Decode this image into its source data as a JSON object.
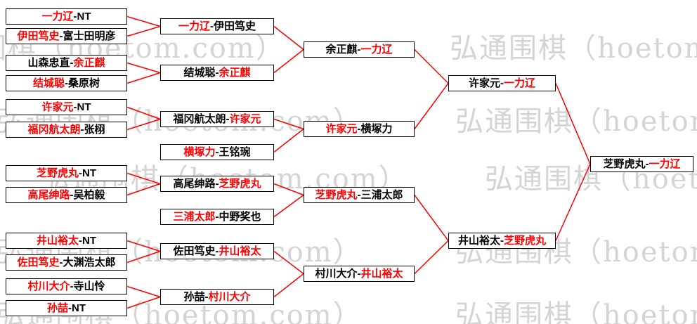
{
  "watermark": {
    "text": "弘通围棋（hoetom.com）"
  },
  "colors": {
    "winner": "#ff0000",
    "loser": "#000000",
    "line": "#ff0000",
    "border": "#000000",
    "watermark": "#d4d4d4",
    "background": "#ffffff"
  },
  "bracket": {
    "matches": [
      {
        "id": "r1m1",
        "round": 1,
        "segments": [
          {
            "text": "一力辽",
            "winner": true
          },
          {
            "text": "-NT",
            "winner": false
          }
        ]
      },
      {
        "id": "r1m2",
        "round": 1,
        "segments": [
          {
            "text": "伊田笃史",
            "winner": true
          },
          {
            "text": "-富士田明彦",
            "winner": false
          }
        ]
      },
      {
        "id": "r1m3",
        "round": 1,
        "segments": [
          {
            "text": "山森忠直-",
            "winner": false
          },
          {
            "text": "余正麒",
            "winner": true
          }
        ]
      },
      {
        "id": "r1m4",
        "round": 1,
        "segments": [
          {
            "text": "结城聪",
            "winner": true
          },
          {
            "text": "-桑原树",
            "winner": false
          }
        ]
      },
      {
        "id": "r1m5",
        "round": 1,
        "segments": [
          {
            "text": "许家元",
            "winner": true
          },
          {
            "text": "-NT",
            "winner": false
          }
        ]
      },
      {
        "id": "r1m6",
        "round": 1,
        "segments": [
          {
            "text": "福冈航太朗",
            "winner": true
          },
          {
            "text": "-张栩",
            "winner": false
          }
        ]
      },
      {
        "id": "r1m7",
        "round": 1,
        "segments": [
          {
            "text": "芝野虎丸",
            "winner": true
          },
          {
            "text": "-NT",
            "winner": false
          }
        ]
      },
      {
        "id": "r1m8",
        "round": 1,
        "segments": [
          {
            "text": "高尾绅路",
            "winner": true
          },
          {
            "text": "-吴柏毅",
            "winner": false
          }
        ]
      },
      {
        "id": "r1m9",
        "round": 1,
        "segments": [
          {
            "text": "井山裕太",
            "winner": true
          },
          {
            "text": "-NT",
            "winner": false
          }
        ]
      },
      {
        "id": "r1m10",
        "round": 1,
        "segments": [
          {
            "text": "佐田笃史",
            "winner": true
          },
          {
            "text": "-大渊浩太郎",
            "winner": false
          }
        ]
      },
      {
        "id": "r1m11",
        "round": 1,
        "segments": [
          {
            "text": "村川大介",
            "winner": true
          },
          {
            "text": "-寺山怜",
            "winner": false
          }
        ]
      },
      {
        "id": "r1m12",
        "round": 1,
        "segments": [
          {
            "text": "孙喆",
            "winner": true
          },
          {
            "text": "-NT",
            "winner": false
          }
        ]
      },
      {
        "id": "r2m1",
        "round": 2,
        "segments": [
          {
            "text": "一力辽",
            "winner": true
          },
          {
            "text": "-伊田笃史",
            "winner": false
          }
        ]
      },
      {
        "id": "r2m2",
        "round": 2,
        "segments": [
          {
            "text": "结城聪-",
            "winner": false
          },
          {
            "text": "余正麒",
            "winner": true
          }
        ]
      },
      {
        "id": "r2m3",
        "round": 2,
        "segments": [
          {
            "text": "福冈航太朗-",
            "winner": false
          },
          {
            "text": "许家元",
            "winner": true
          }
        ]
      },
      {
        "id": "r2m4",
        "round": 2,
        "segments": [
          {
            "text": "横塚力",
            "winner": true
          },
          {
            "text": "-王铭琬",
            "winner": false
          }
        ]
      },
      {
        "id": "r2m5",
        "round": 2,
        "segments": [
          {
            "text": "高尾绅路-",
            "winner": false
          },
          {
            "text": "芝野虎丸",
            "winner": true
          }
        ]
      },
      {
        "id": "r2m6",
        "round": 2,
        "segments": [
          {
            "text": "三浦太郎",
            "winner": true
          },
          {
            "text": "-中野奖也",
            "winner": false
          }
        ]
      },
      {
        "id": "r2m7",
        "round": 2,
        "segments": [
          {
            "text": "佐田笃史-",
            "winner": false
          },
          {
            "text": "井山裕太",
            "winner": true
          }
        ]
      },
      {
        "id": "r2m8",
        "round": 2,
        "segments": [
          {
            "text": "孙喆-",
            "winner": false
          },
          {
            "text": "村川大介",
            "winner": true
          }
        ]
      },
      {
        "id": "r3m1",
        "round": 3,
        "segments": [
          {
            "text": "余正麒-",
            "winner": false
          },
          {
            "text": "一力辽",
            "winner": true
          }
        ]
      },
      {
        "id": "r3m2",
        "round": 3,
        "segments": [
          {
            "text": "许家元",
            "winner": true
          },
          {
            "text": "-横塚力",
            "winner": false
          }
        ]
      },
      {
        "id": "r3m3",
        "round": 3,
        "segments": [
          {
            "text": "芝野虎丸",
            "winner": true
          },
          {
            "text": "-三浦太郎",
            "winner": false
          }
        ]
      },
      {
        "id": "r3m4",
        "round": 3,
        "segments": [
          {
            "text": "村川大介-",
            "winner": false
          },
          {
            "text": "井山裕太",
            "winner": true
          }
        ]
      },
      {
        "id": "r4m1",
        "round": 4,
        "segments": [
          {
            "text": "许家元-",
            "winner": false
          },
          {
            "text": "一力辽",
            "winner": true
          }
        ]
      },
      {
        "id": "r4m2",
        "round": 4,
        "segments": [
          {
            "text": "井山裕太-",
            "winner": false
          },
          {
            "text": "芝野虎丸",
            "winner": true
          }
        ]
      },
      {
        "id": "f1",
        "round": 5,
        "segments": [
          {
            "text": "芝野虎丸-",
            "winner": false
          },
          {
            "text": "一力辽",
            "winner": true
          }
        ]
      }
    ],
    "connections": [
      [
        "r1m1",
        "r2m1"
      ],
      [
        "r1m2",
        "r2m1"
      ],
      [
        "r1m3",
        "r2m2"
      ],
      [
        "r1m4",
        "r2m2"
      ],
      [
        "r1m5",
        "r2m3"
      ],
      [
        "r1m6",
        "r2m3"
      ],
      [
        "r1m7",
        "r2m5"
      ],
      [
        "r1m8",
        "r2m5"
      ],
      [
        "r1m9",
        "r2m7"
      ],
      [
        "r1m10",
        "r2m7"
      ],
      [
        "r1m11",
        "r2m8"
      ],
      [
        "r1m12",
        "r2m8"
      ],
      [
        "r2m1",
        "r3m1"
      ],
      [
        "r2m2",
        "r3m1"
      ],
      [
        "r2m3",
        "r3m2"
      ],
      [
        "r2m4",
        "r3m2"
      ],
      [
        "r2m5",
        "r3m3"
      ],
      [
        "r2m6",
        "r3m3"
      ],
      [
        "r2m7",
        "r3m4"
      ],
      [
        "r2m8",
        "r3m4"
      ],
      [
        "r3m1",
        "r4m1"
      ],
      [
        "r3m2",
        "r4m1"
      ],
      [
        "r3m3",
        "r4m2"
      ],
      [
        "r3m4",
        "r4m2"
      ],
      [
        "r4m1",
        "f1"
      ],
      [
        "r4m2",
        "f1"
      ]
    ]
  }
}
